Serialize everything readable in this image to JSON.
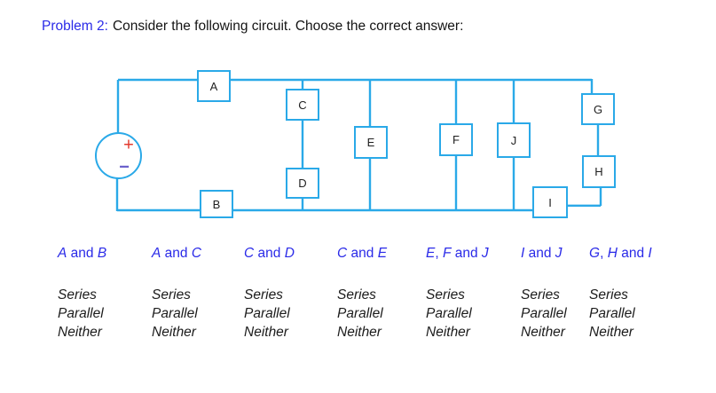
{
  "title": {
    "label": "Problem 2:",
    "text": "Consider the following circuit. Choose the correct answer:"
  },
  "colors": {
    "wire": "#2aa9e8",
    "accent": "#2a2ae8",
    "plus": "#e23a2e",
    "minus": "#6a60cb",
    "ink": "#1c1c1c"
  },
  "circuit": {
    "source": {
      "plus": "+",
      "minus": "−"
    },
    "components": [
      {
        "id": "A",
        "label": "A"
      },
      {
        "id": "B",
        "label": "B"
      },
      {
        "id": "C",
        "label": "C"
      },
      {
        "id": "D",
        "label": "D"
      },
      {
        "id": "E",
        "label": "E"
      },
      {
        "id": "F",
        "label": "F"
      },
      {
        "id": "G",
        "label": "G"
      },
      {
        "id": "H",
        "label": "H"
      },
      {
        "id": "I",
        "label": "I"
      },
      {
        "id": "J",
        "label": "J"
      }
    ]
  },
  "questions": [
    {
      "header_segments": [
        "A",
        " and ",
        "B"
      ],
      "options": [
        "Series",
        "Parallel",
        "Neither"
      ]
    },
    {
      "header_segments": [
        "A",
        " and ",
        "C"
      ],
      "options": [
        "Series",
        "Parallel",
        "Neither"
      ]
    },
    {
      "header_segments": [
        "C",
        " and ",
        "D"
      ],
      "options": [
        "Series",
        "Parallel",
        "Neither"
      ]
    },
    {
      "header_segments": [
        "C",
        " and ",
        "E"
      ],
      "options": [
        "Series",
        "Parallel",
        "Neither"
      ]
    },
    {
      "header_segments": [
        "E",
        ", ",
        "F",
        " and ",
        "J"
      ],
      "options": [
        "Series",
        "Parallel",
        "Neither"
      ]
    },
    {
      "header_segments": [
        "I",
        " and ",
        "J"
      ],
      "options": [
        "Series",
        "Parallel",
        "Neither"
      ]
    },
    {
      "header_segments": [
        "G",
        ", ",
        "H",
        " and ",
        "I"
      ],
      "options": [
        "Series",
        "Parallel",
        "Neither"
      ]
    }
  ]
}
